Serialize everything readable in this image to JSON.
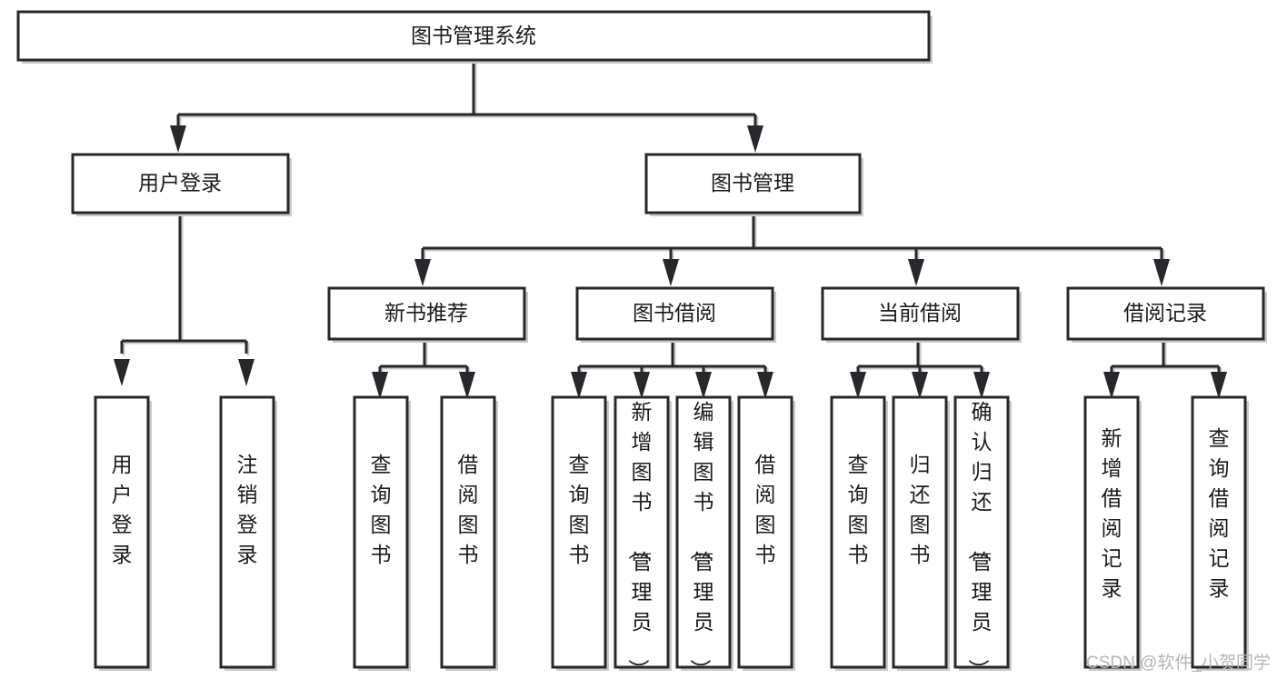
{
  "diagram": {
    "title": "图书管理系统",
    "type": "tree-hierarchy-chart",
    "root": {
      "id": "root",
      "label": "图书管理系统"
    },
    "level2": [
      {
        "id": "login",
        "label": "用户登录"
      },
      {
        "id": "bookmgmt",
        "label": "图书管理"
      }
    ],
    "level3": [
      {
        "id": "newbook",
        "label": "新书推荐",
        "parent": "bookmgmt"
      },
      {
        "id": "borrow",
        "label": "图书借阅",
        "parent": "bookmgmt"
      },
      {
        "id": "current",
        "label": "当前借阅",
        "parent": "bookmgmt"
      },
      {
        "id": "records",
        "label": "借阅记录",
        "parent": "bookmgmt"
      }
    ],
    "leaves": {
      "login": [
        {
          "id": "leaf-user-login",
          "label": "用户登录"
        },
        {
          "id": "leaf-logout",
          "label": "注销登录"
        }
      ],
      "newbook": [
        {
          "id": "leaf-query-book-1",
          "label": "查询图书"
        },
        {
          "id": "leaf-borrow-book-1",
          "label": "借阅图书"
        }
      ],
      "borrow": [
        {
          "id": "leaf-query-book-2",
          "label": "查询图书"
        },
        {
          "id": "leaf-add-book",
          "label": "新增图书（管理员）"
        },
        {
          "id": "leaf-edit-book",
          "label": "编辑图书（管理员）"
        },
        {
          "id": "leaf-borrow-book-2",
          "label": "借阅图书"
        }
      ],
      "current": [
        {
          "id": "leaf-query-book-3",
          "label": "查询图书"
        },
        {
          "id": "leaf-return-book",
          "label": "归还图书"
        },
        {
          "id": "leaf-confirm-return",
          "label": "确认归还（管理员）"
        }
      ],
      "records": [
        {
          "id": "leaf-add-record",
          "label": "新增借阅记录"
        },
        {
          "id": "leaf-query-record",
          "label": "查询借阅记录"
        }
      ]
    }
  },
  "watermark": {
    "text": "CSDN @软件_小贺同学"
  },
  "colors": {
    "box_stroke": "#26282b",
    "box_fill": "#ffffff",
    "shadow": "#c9c9c9",
    "text": "#1b1b1b",
    "watermark": "#b6b6b6",
    "background": "#ffffff"
  }
}
